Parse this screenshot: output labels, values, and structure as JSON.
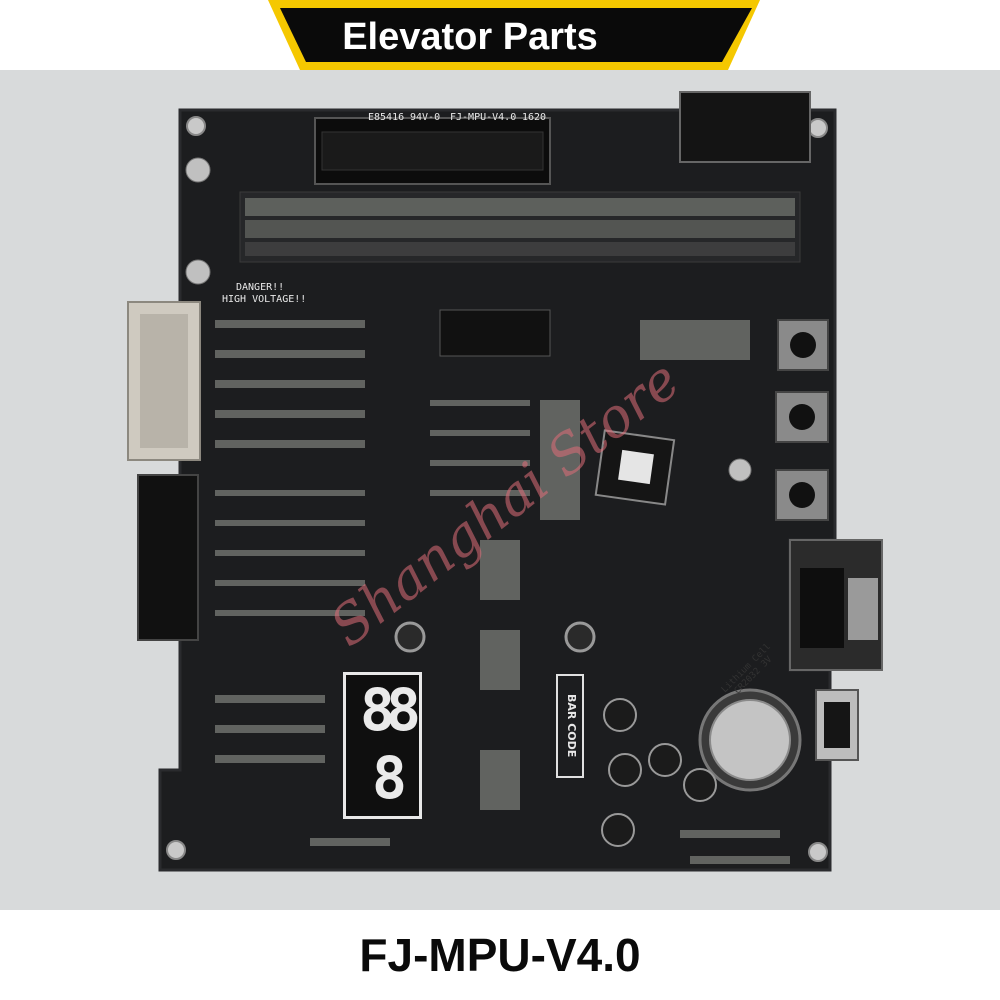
{
  "header": {
    "title": "Elevator Parts",
    "banner_color": "#0a0a0a",
    "accent_color": "#f5c800"
  },
  "board": {
    "silkscreen_top": "E85416",
    "rating": "94V-0",
    "model_silk": "FJ-MPU-V4.0",
    "date_code": "1620",
    "warning_line1": "DANGER!!",
    "warning_line2": "HIGH VOLTAGE!!",
    "bar_code_label": "BAR CODE",
    "display_digits": [
      "8",
      "8",
      "8"
    ],
    "battery_text": "Lithium Cell CR2032 3V"
  },
  "watermark": "Shanghai Store",
  "footer": {
    "model": "FJ-MPU-V4.0"
  },
  "colors": {
    "board": "#1c1d1f",
    "background": "#d8dadb",
    "connector": "#cfcac0"
  }
}
